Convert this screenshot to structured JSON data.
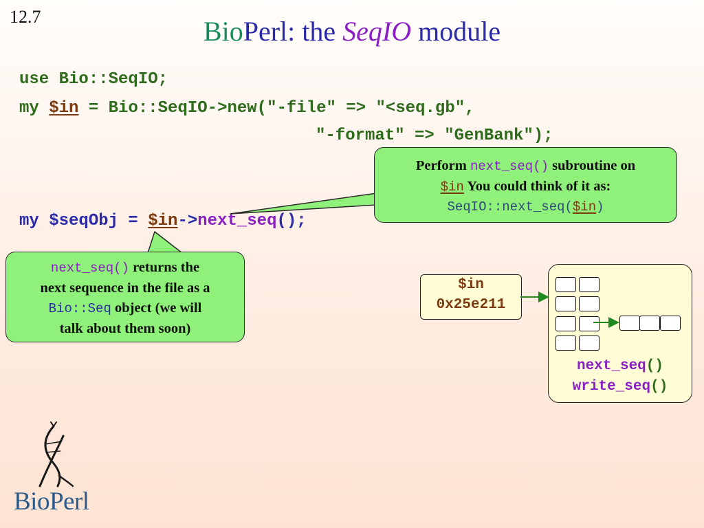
{
  "slide_number": "12.7",
  "title": {
    "bio": "Bio",
    "perl": "Perl",
    "colon_the": ":  the ",
    "seqio": "SeqIO",
    "module": " module"
  },
  "code": {
    "line1": "use Bio::SeqIO;",
    "line2_pre": "my ",
    "line2_var": "$in",
    "line2_post": " = Bio::SeqIO->new(\"-file\" => \"<seq.gb\",",
    "line3": "\"-format\" => \"GenBank\");",
    "line4_pre": "my $seqObj = ",
    "line4_var": "$in",
    "line4_arrow": "->",
    "line4_method": "next_seq",
    "line4_post": "();"
  },
  "callout_right": {
    "perform": "Perform ",
    "method": "next_seq()",
    "subroutine_on": " subroutine on",
    "var": "$in",
    "think": " You could think of it as:",
    "call_pre": "SeqIO::next_seq(",
    "call_var": "$in",
    "call_post": ")"
  },
  "callout_left": {
    "method": "next_seq()",
    "returns": " returns the",
    "line2": "next sequence in the file as a",
    "class": "Bio::Seq",
    "object": " object (we will",
    "line4": "talk about them soon)"
  },
  "diagram": {
    "var": "$in",
    "address": "0x25e211",
    "method1_name": "next_seq",
    "method1_parens": "()",
    "method2_name": "write_seq",
    "method2_parens": "()"
  },
  "logo": {
    "text": "BioPerl"
  },
  "colors": {
    "title": "#2b2aa8",
    "code_green": "#2e6b1c",
    "method_purple": "#8a1fc4",
    "var_brown": "#7a3b10",
    "callout_fill": "#8ff07a",
    "box_fill": "#fffcd6"
  }
}
